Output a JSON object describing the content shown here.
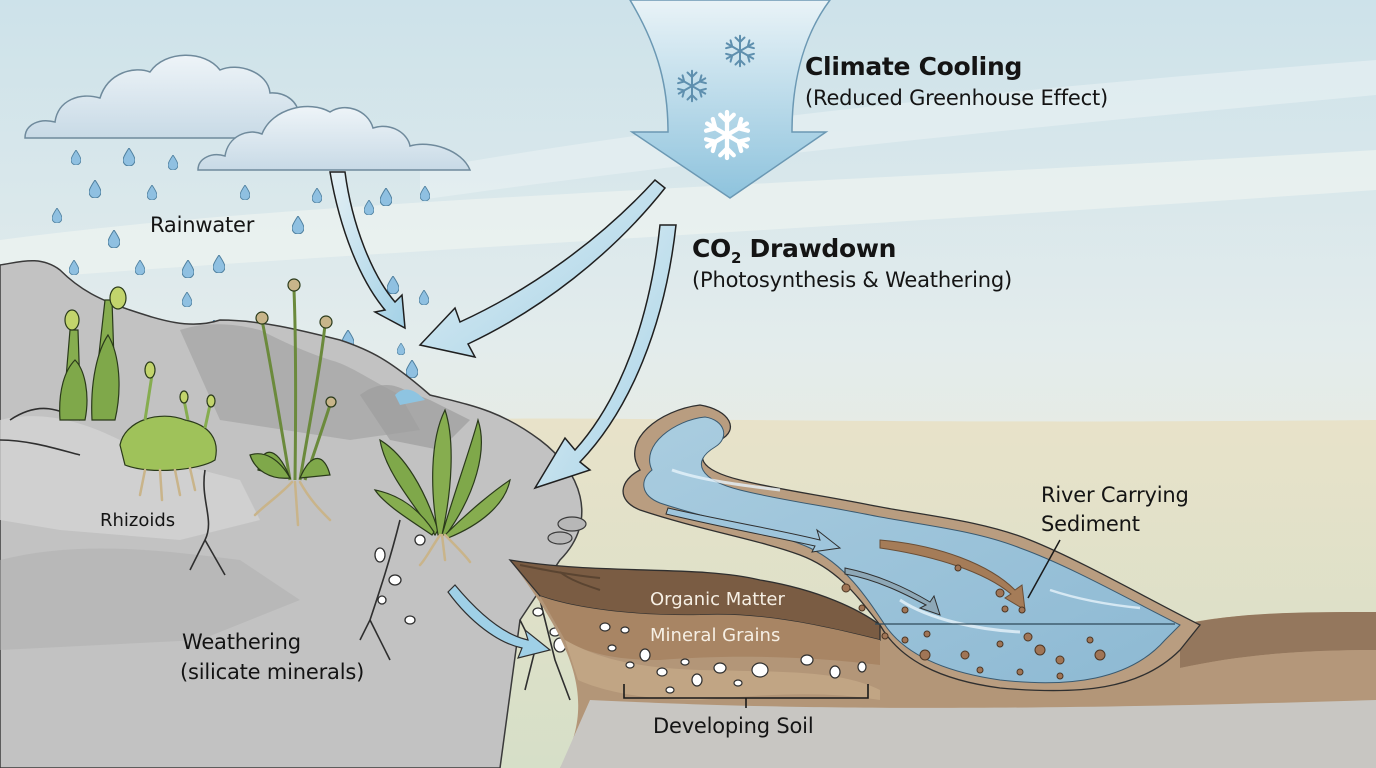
{
  "diagram": {
    "type": "process-illustration",
    "topic": "Early land plants, silicate weathering and climate cooling",
    "labels": {
      "climate_cooling": {
        "title": "Climate Cooling",
        "subtitle": "(Reduced Greenhouse Effect)"
      },
      "co2_drawdown": {
        "title_prefix": "CO",
        "title_subscript": "2",
        "title_suffix": " Drawdown",
        "subtitle": "(Photosynthesis & Weathering)"
      },
      "rainwater": "Rainwater",
      "rhizoids": "Rhizoids",
      "weathering": {
        "line1": "Weathering",
        "line2": "(silicate minerals)"
      },
      "river": {
        "line1": "River Carrying",
        "line2": "Sediment"
      },
      "soil_layers": {
        "organic": "Organic Matter",
        "mineral": "Mineral Grains"
      },
      "developing_soil": "Developing Soil"
    },
    "icons": [
      "cloud-icon",
      "raindrop-icon",
      "snowflake-icon",
      "down-arrow-icon",
      "curved-arrow-icon",
      "plant-icon",
      "rock-icon",
      "river-icon",
      "soil-layer-icon"
    ],
    "colors": {
      "sky_top": "#cfe3ea",
      "sky_bottom": "#eef0e6",
      "cloud_fill": "#dfeaf0",
      "cloud_stroke": "#6f8a9c",
      "raindrop": "#8ebfe0",
      "arrow_fill": "#a9d3e6",
      "rock": "#bdbdbd",
      "rock_dark": "#9c9c9c",
      "plant_green": "#7fa84a",
      "moss_green": "#9fc25a",
      "organic_soil": "#7a5c43",
      "mineral_soil": "#a88564",
      "deep_soil": "#b79a7b",
      "bedrock": "#c8c6c2",
      "river_water": "#9fc7de",
      "sediment_arrow": "#a57c58",
      "far_plain": "#d8d4be"
    }
  }
}
